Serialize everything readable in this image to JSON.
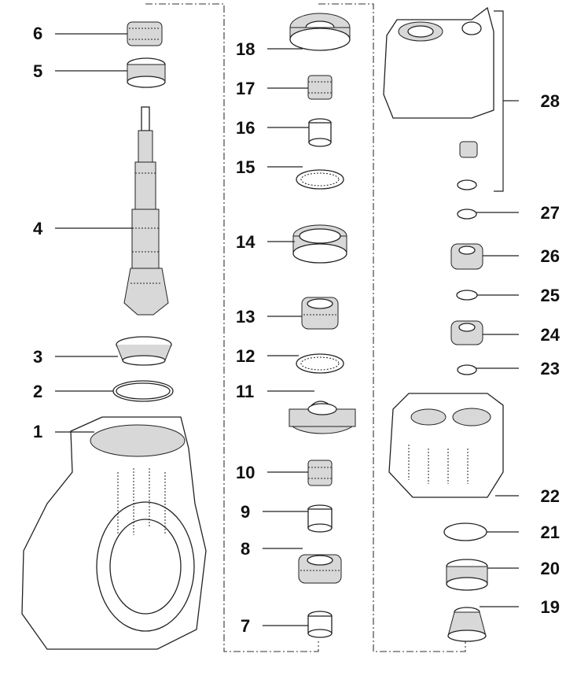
{
  "diagram": {
    "type": "exploded-parts-view",
    "callouts": [
      "1",
      "2",
      "3",
      "4",
      "5",
      "6",
      "7",
      "8",
      "9",
      "10",
      "11",
      "12",
      "13",
      "14",
      "15",
      "16",
      "17",
      "18",
      "19",
      "20",
      "21",
      "22",
      "23",
      "24",
      "25",
      "26",
      "27",
      "28"
    ]
  }
}
